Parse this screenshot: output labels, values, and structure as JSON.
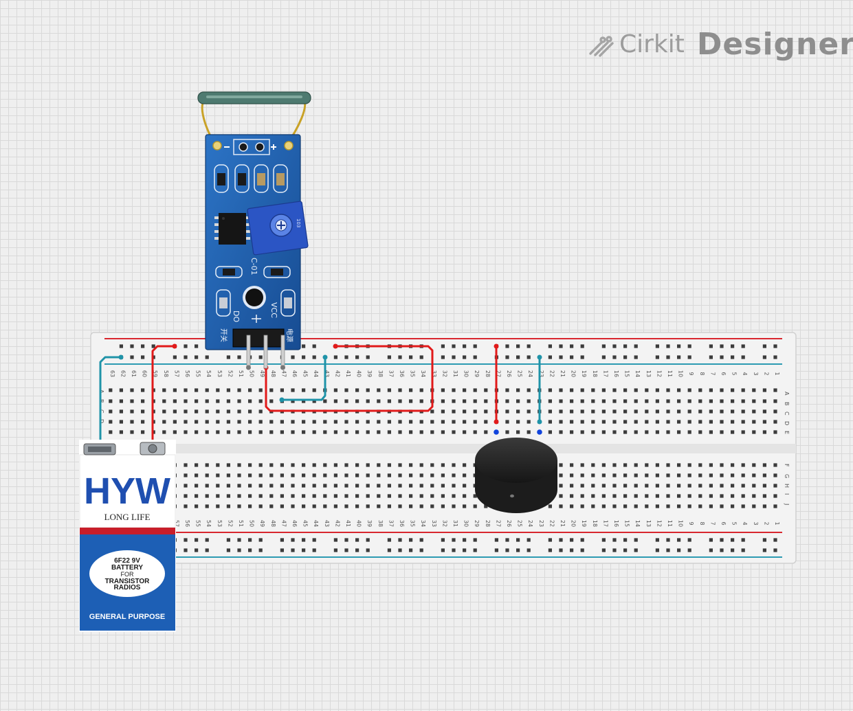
{
  "app": {
    "logo_left": "Cirkit",
    "logo_right": "Designer"
  },
  "colors": {
    "wire_red": "#e11a1a",
    "wire_teal": "#1f93a8",
    "rail_red": "#d8262e",
    "rail_blue": "#2c9ab2",
    "pcb_blue": "#1f5fa8",
    "battery_blue": "#1d5fb5",
    "battery_red": "#c81e2a"
  },
  "breadboard": {
    "row_letters_top": [
      "A",
      "B",
      "C",
      "D",
      "E"
    ],
    "row_letters_bottom": [
      "F",
      "G",
      "H",
      "I",
      "J"
    ]
  },
  "sensor_module": {
    "pcb_labels": [
      "DO",
      "VCC",
      "开关",
      "电源"
    ],
    "silk_text": "C-01",
    "pot_code": "103"
  },
  "battery": {
    "brand": "HYW",
    "tagline": "LONG LIFE",
    "model": "6F22 9V",
    "line2": "BATTERY",
    "line3": "FOR",
    "line4": "TRANSISTOR",
    "line5": "RADIOS",
    "footer": "GENERAL PURPOSE"
  },
  "components": [
    "reed-switch-sensor-module",
    "breadboard",
    "9v-battery",
    "piezo-buzzer"
  ]
}
